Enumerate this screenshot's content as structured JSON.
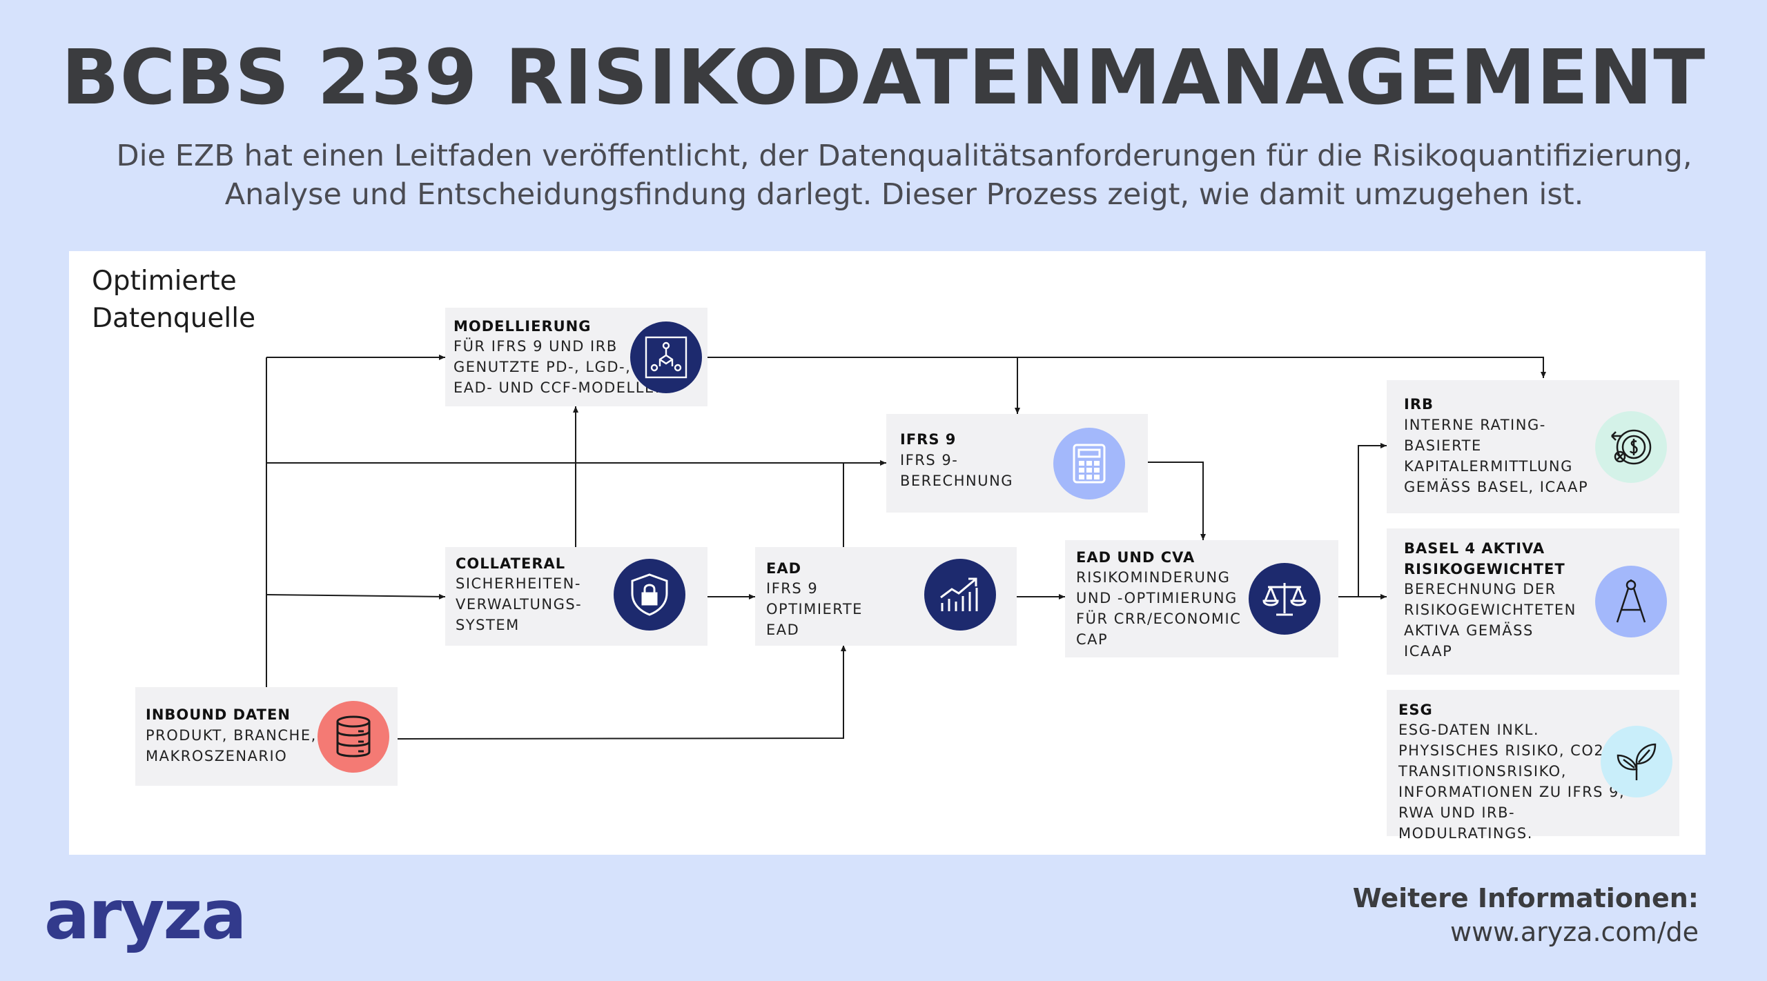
{
  "title": "BCBS 239 RISIKODATENMANAGEMENT",
  "subtitle_line1": "Die EZB hat einen Leitfaden veröffentlicht, der Datenqualitätsanforderungen für die Risikoquantifizierung,",
  "subtitle_line2": "Analyse und Entscheidungsfindung darlegt. Dieser Prozess zeigt, wie damit umzugehen ist.",
  "source_label_line1": "Optimierte",
  "source_label_line2": "Datenquelle",
  "nodes": {
    "modellierung": {
      "title": "MODELLIERUNG",
      "text": "FÜR IFRS 9 UND IRB\nGENUTZTE PD-, LGD-,\nEAD- UND CCF-MODELLE.",
      "icon": "network-icon",
      "color": "#1d2a6e"
    },
    "ifrs9": {
      "title": "IFRS 9",
      "text": "IFRS 9-\nBERECHNUNG",
      "icon": "calculator-icon",
      "color": "#a3b8fb"
    },
    "collateral": {
      "title": "COLLATERAL",
      "text": "SICHERHEITEN-\nVERWALTUNGS-\nSYSTEM",
      "icon": "shield-lock-icon",
      "color": "#1d2a6e"
    },
    "ead": {
      "title": "EAD",
      "text": "IFRS 9\nOPTIMIERTE\nEAD",
      "icon": "growth-chart-icon",
      "color": "#1d2a6e"
    },
    "ead_cva": {
      "title": "EAD UND CVA",
      "text": "RISIKOMINDERUNG\nUND -OPTIMIERUNG\nFÜR CRR/ECONOMIC\nCAP",
      "icon": "scales-icon",
      "color": "#1d2a6e"
    },
    "inbound": {
      "title": "INBOUND DATEN",
      "text": "PRODUKT, BRANCHE,\nMAKROSZENARIO",
      "icon": "database-icon",
      "color": "#f47a74"
    },
    "irb": {
      "title": "IRB",
      "text": "INTERNE RATING-\nBASIERTE\nKAPITALERMITTLUNG\nGEMÄSS BASEL, ICAAP",
      "icon": "coin-cycle-icon",
      "color": "#d4f2e8"
    },
    "basel4": {
      "title": "BASEL 4 AKTIVA\nRISIKOGEWICHTET",
      "text": "BERECHNUNG DER\nRISIKOGEWICHTETEN\nAKTIVA GEMÄSS\nICAAP",
      "icon": "compass-icon",
      "color": "#a3b8fb"
    },
    "esg": {
      "title": "ESG",
      "text": "ESG-DATEN INKL.\nPHYSISCHES RISIKO, CO2,\nTRANSITIONSRISIKO,\nINFORMATIONEN ZU IFRS 9,\nRWA UND IRB-MODULRATINGS.",
      "icon": "leaf-icon",
      "color": "#c9eefa"
    }
  },
  "footer": {
    "logo": "aryza",
    "more_title": "Weitere Informationen:",
    "more_url": "www.aryza.com/de"
  },
  "colors": {
    "background": "#d6e2fc",
    "panel": "#ffffff",
    "box": "#f1f1f3",
    "navy": "#1d2a6e",
    "title": "#3b3c3f"
  }
}
